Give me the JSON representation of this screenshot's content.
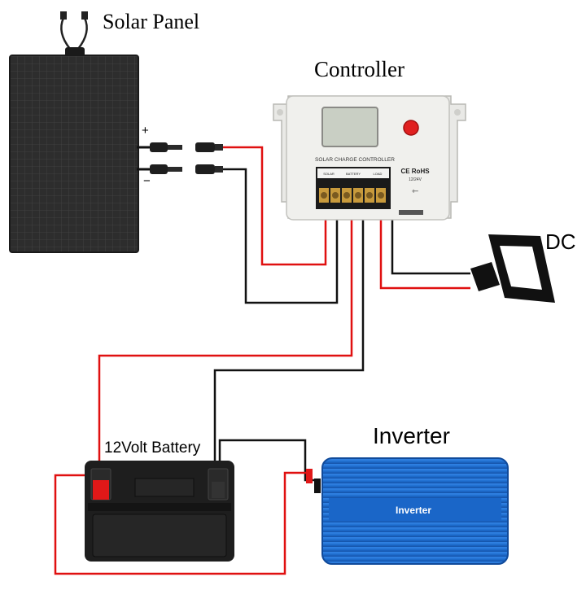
{
  "labels": {
    "solar_panel": "Solar Panel",
    "controller": "Controller",
    "dc": "DC",
    "battery": "12Volt Battery",
    "inverter": "Inverter",
    "inverter_body": "Inverter",
    "plus": "+",
    "minus": "−"
  },
  "controller_device": {
    "title": "SOLAR CHARGE CONTROLLER",
    "cert": "CE RoHS",
    "voltage": "12/24V",
    "terminals": [
      "SOLAR",
      "BATTERY",
      "LOAD"
    ]
  },
  "colors": {
    "wire_positive": "#e01010",
    "wire_negative": "#111111",
    "panel": "#2b2b2b",
    "controller_body": "#efefec",
    "lcd": "#c9cfc4",
    "button": "#e02020",
    "inverter": "#1f6fd0",
    "battery": "#1e1e1e"
  }
}
